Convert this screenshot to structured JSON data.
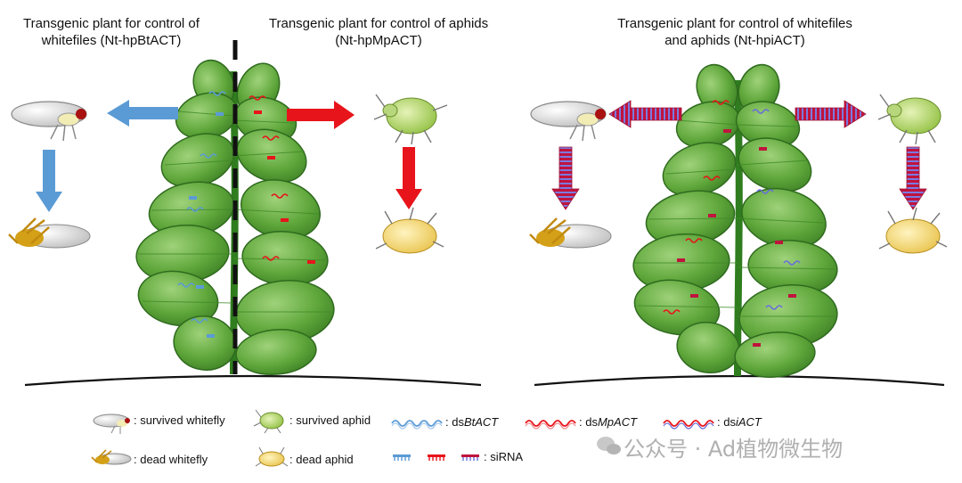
{
  "titles": {
    "left": "Transgenic plant for control of whitefiles (Nt-hpBtACT)",
    "middle": "Transgenic plant for control of aphids (Nt-hpMpACT)",
    "right": "Transgenic plant for control of whitefiles and aphids (Nt-hpiACT)"
  },
  "legend": {
    "survived_whitefly": ": survived whitefly",
    "dead_whitefly": ": dead whitefly",
    "survived_aphid": ": survived aphid",
    "dead_aphid": ": dead aphid",
    "ds_bt": ": ds",
    "ds_bt_gene": "BtACT",
    "ds_mp": ": ds",
    "ds_mp_gene": "MpACT",
    "ds_i": ": ds",
    "ds_i_gene": "iACT",
    "sirna": ": siRNA"
  },
  "watermark": "公众号 · Ad植物微生物",
  "colors": {
    "blue": "#5b9bd5",
    "red": "#e8141b",
    "stripe_red": "#c0133d",
    "stripe_blue": "#6a6fd8",
    "leaf": "#5ea63a",
    "leaf_dark": "#2f6b1e",
    "stem": "#2f7d1e",
    "whitefly_body": "#eeeeee",
    "dead_whitefly": "#d4a017",
    "aphid_green": "#a8cf5a",
    "dead_aphid": "#f5d76e"
  }
}
